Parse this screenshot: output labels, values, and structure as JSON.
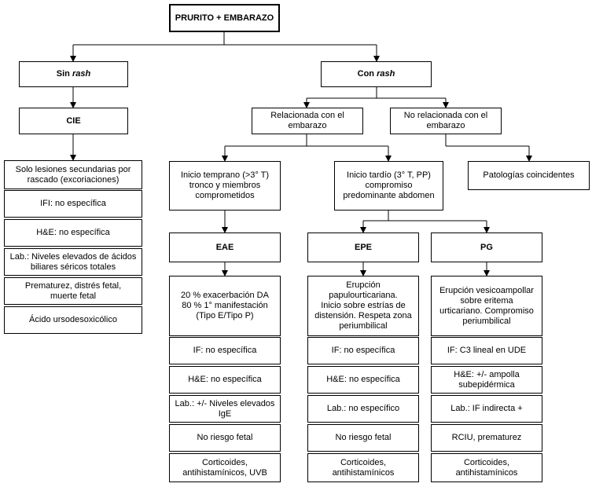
{
  "root": "PRURITO + EMBARAZO",
  "sin_rash": {
    "prefix": "Sin ",
    "em": "rash"
  },
  "con_rash": {
    "prefix": "Con ",
    "em": "rash"
  },
  "cie": {
    "title": "CIE",
    "items": [
      "Solo lesiones secundarias por\nrascado (excoriaciones)",
      "IFI: no específica",
      "H&E: no específica",
      "Lab.: Niveles elevados de ácidos\nbiliares séricos totales",
      "Prematurez, distrés fetal,\nmuerte fetal",
      "Ácido ursodesoxicólico"
    ]
  },
  "relacionada": "Relacionada con el\nembarazo",
  "no_relacionada": "No relacionada con el\nembarazo",
  "coincidentes": "Patologías coincidentes",
  "inicio_temprano": "Inicio temprano (>3° T)\ntronco y miembros\ncomprometidos",
  "inicio_tardio": "Inicio tardío (3° T, PP)\ncompromiso\npredominante abdomen",
  "eae": {
    "title": "EAE",
    "items": [
      "20 % exacerbación DA\n80 % 1° manifestación\n(Tipo E/Tipo P)",
      "IF: no específica",
      "H&E: no específica",
      "Lab.: +/- Niveles elevados\nIgE",
      "No riesgo fetal",
      "Corticoides,\nantihistamínicos, UVB"
    ]
  },
  "epe": {
    "title": "EPE",
    "items": [
      "Erupción\npapulourticariana.\nInicio sobre estrías de\ndistensión. Respeta zona\nperiumbilical",
      "IF: no específica",
      "H&E: no específica",
      "Lab.: no específico",
      "No riesgo fetal",
      "Corticoides,\nantihistamínicos"
    ]
  },
  "pg": {
    "title": "PG",
    "items": [
      "Erupción vesicoampollar\nsobre eritema\nurticariano. Compromiso\nperiumbilical",
      "IF: C3 lineal en UDE",
      "H&E: +/- ampolla\nsubepidérmica",
      "Lab.: IF indirecta +",
      "RCIU, prematurez",
      "Corticoides,\nantihistamínicos"
    ]
  }
}
